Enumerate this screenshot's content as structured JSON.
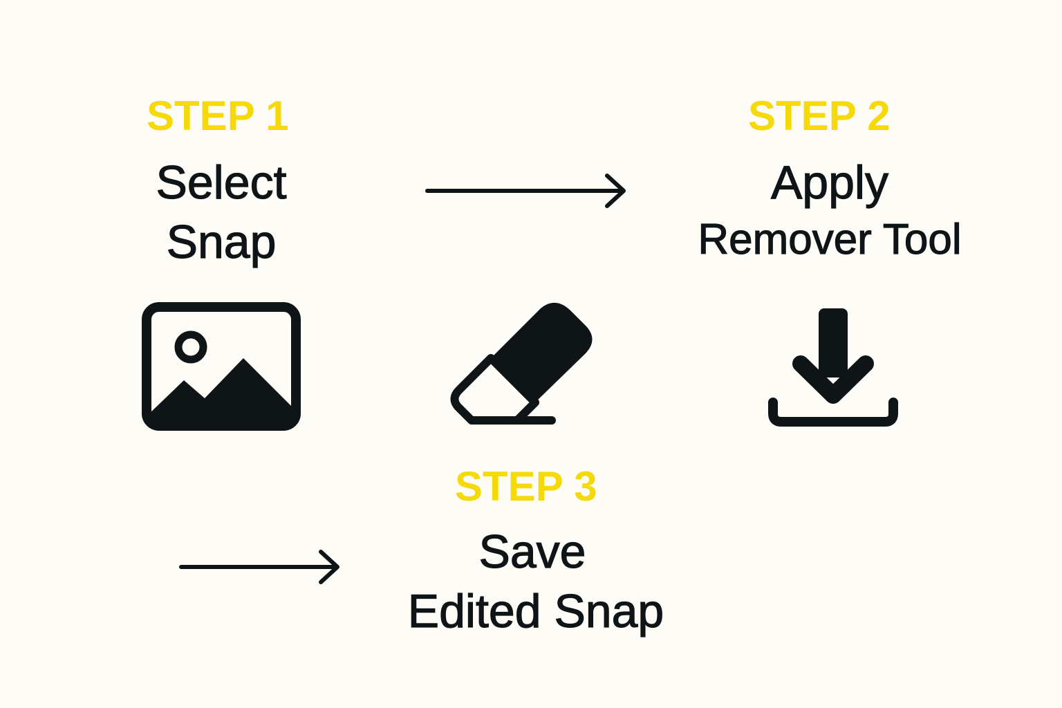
{
  "steps": [
    {
      "label": "STEP 1",
      "line1": "Select",
      "line2": "Snap",
      "icon": "image-icon"
    },
    {
      "label": "STEP 2",
      "line1": "Apply",
      "line2": "Remover Tool",
      "icon": "eraser-icon"
    },
    {
      "label": "STEP 3",
      "line1": "Save",
      "line2": "Edited Snap",
      "icon": "download-icon"
    }
  ],
  "colors": {
    "background": "#fdfcf7",
    "accent": "#f5d90a",
    "ink": "#0f1416"
  }
}
